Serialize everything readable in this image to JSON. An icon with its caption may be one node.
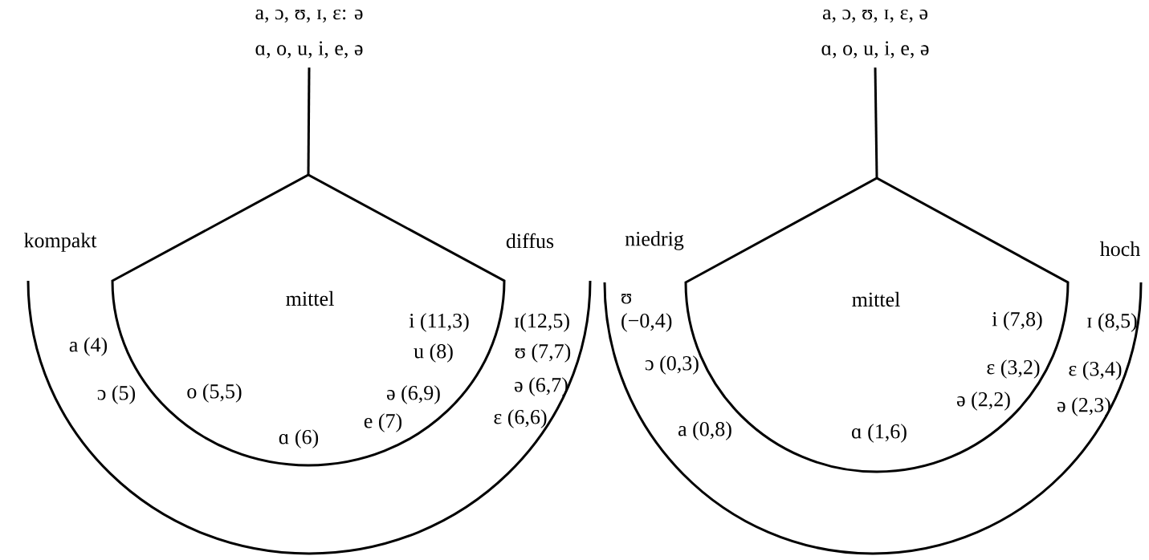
{
  "diagram": {
    "nodes": [
      {
        "text": [
          "a, ɔ, ʊ, ɪ, ɛ: ə",
          "ɑ, o, u, i, e, ə"
        ]
      },
      {
        "text": [
          "kompakt",
          "diffus",
          "a (4)",
          "ɪ(12,5)",
          "ʊ (7,7)",
          "ɔ (5)",
          "ə (6,7)",
          "ɛ (6,6)"
        ]
      },
      {
        "text": [
          "mittel",
          "i (11,3)",
          "u (8)",
          "o (5,5)",
          "ə (6,9)",
          "e (7)",
          "ɑ (6)"
        ]
      },
      {
        "text": [
          "a, ɔ, ʊ, ɪ, ɛ, ə",
          "ɑ, o, u, i, e, ə"
        ]
      },
      {
        "text": [
          "niedrig",
          "hoch",
          "ʊ (−0,4)",
          "ɪ (8,5)",
          "ɔ (0,3)",
          "ɛ (3,4)",
          "ə (2,3)",
          "a (0,8)"
        ]
      },
      {
        "text": [
          "mittel",
          "i (7,8)",
          "ɛ (3,2)",
          "ə (2,2)",
          "ɑ (1,6)"
        ]
      }
    ],
    "edges": [
      {
        "from": 0,
        "to": 2,
        "arrow": "none"
      },
      {
        "from": 3,
        "to": 5,
        "arrow": "none"
      }
    ]
  }
}
